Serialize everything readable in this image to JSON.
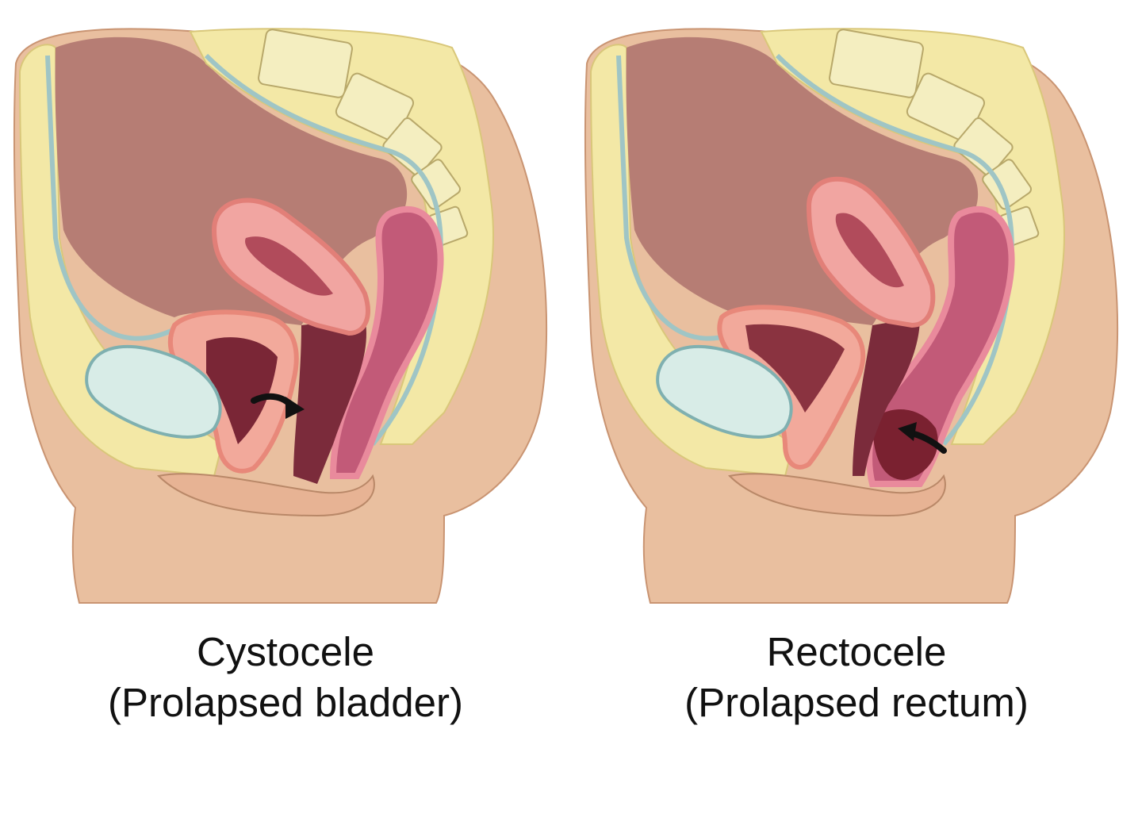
{
  "panels": [
    {
      "id": "cystocele",
      "title": "Cystocele",
      "subtitle": "(Prolapsed bladder)"
    },
    {
      "id": "rectocele",
      "title": "Rectocele",
      "subtitle": "(Prolapsed rectum)"
    }
  ],
  "colors": {
    "background": "#ffffff",
    "skin": "#e9bf9f",
    "skin_dark": "#c99472",
    "abdominal_cavity": "#b67d74",
    "fat": "#f3e8a6",
    "fat_dots": "#d9c77a",
    "vertebra": "#f4eec0",
    "membrane": "#bcd8d8",
    "bladder": "#f2a99b",
    "uterus": "#f1a5a1",
    "vagina": "#7b2b3b",
    "rectum": "#c25a78",
    "pubic_bone": "#d8ece7",
    "arrow": "#111111",
    "caption_text": "#111111"
  }
}
